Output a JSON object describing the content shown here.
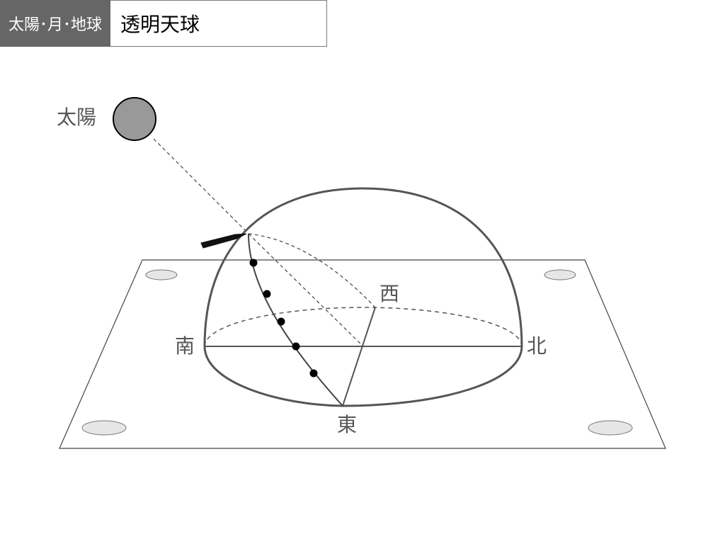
{
  "header": {
    "category": "太陽･月･地球",
    "title": "透明天球"
  },
  "sun": {
    "label": "太陽",
    "color": "#999999"
  },
  "directions": {
    "south": "南",
    "north": "北",
    "east": "東",
    "west": "西"
  },
  "path_dots": {
    "count": 5,
    "color": "#000000"
  }
}
